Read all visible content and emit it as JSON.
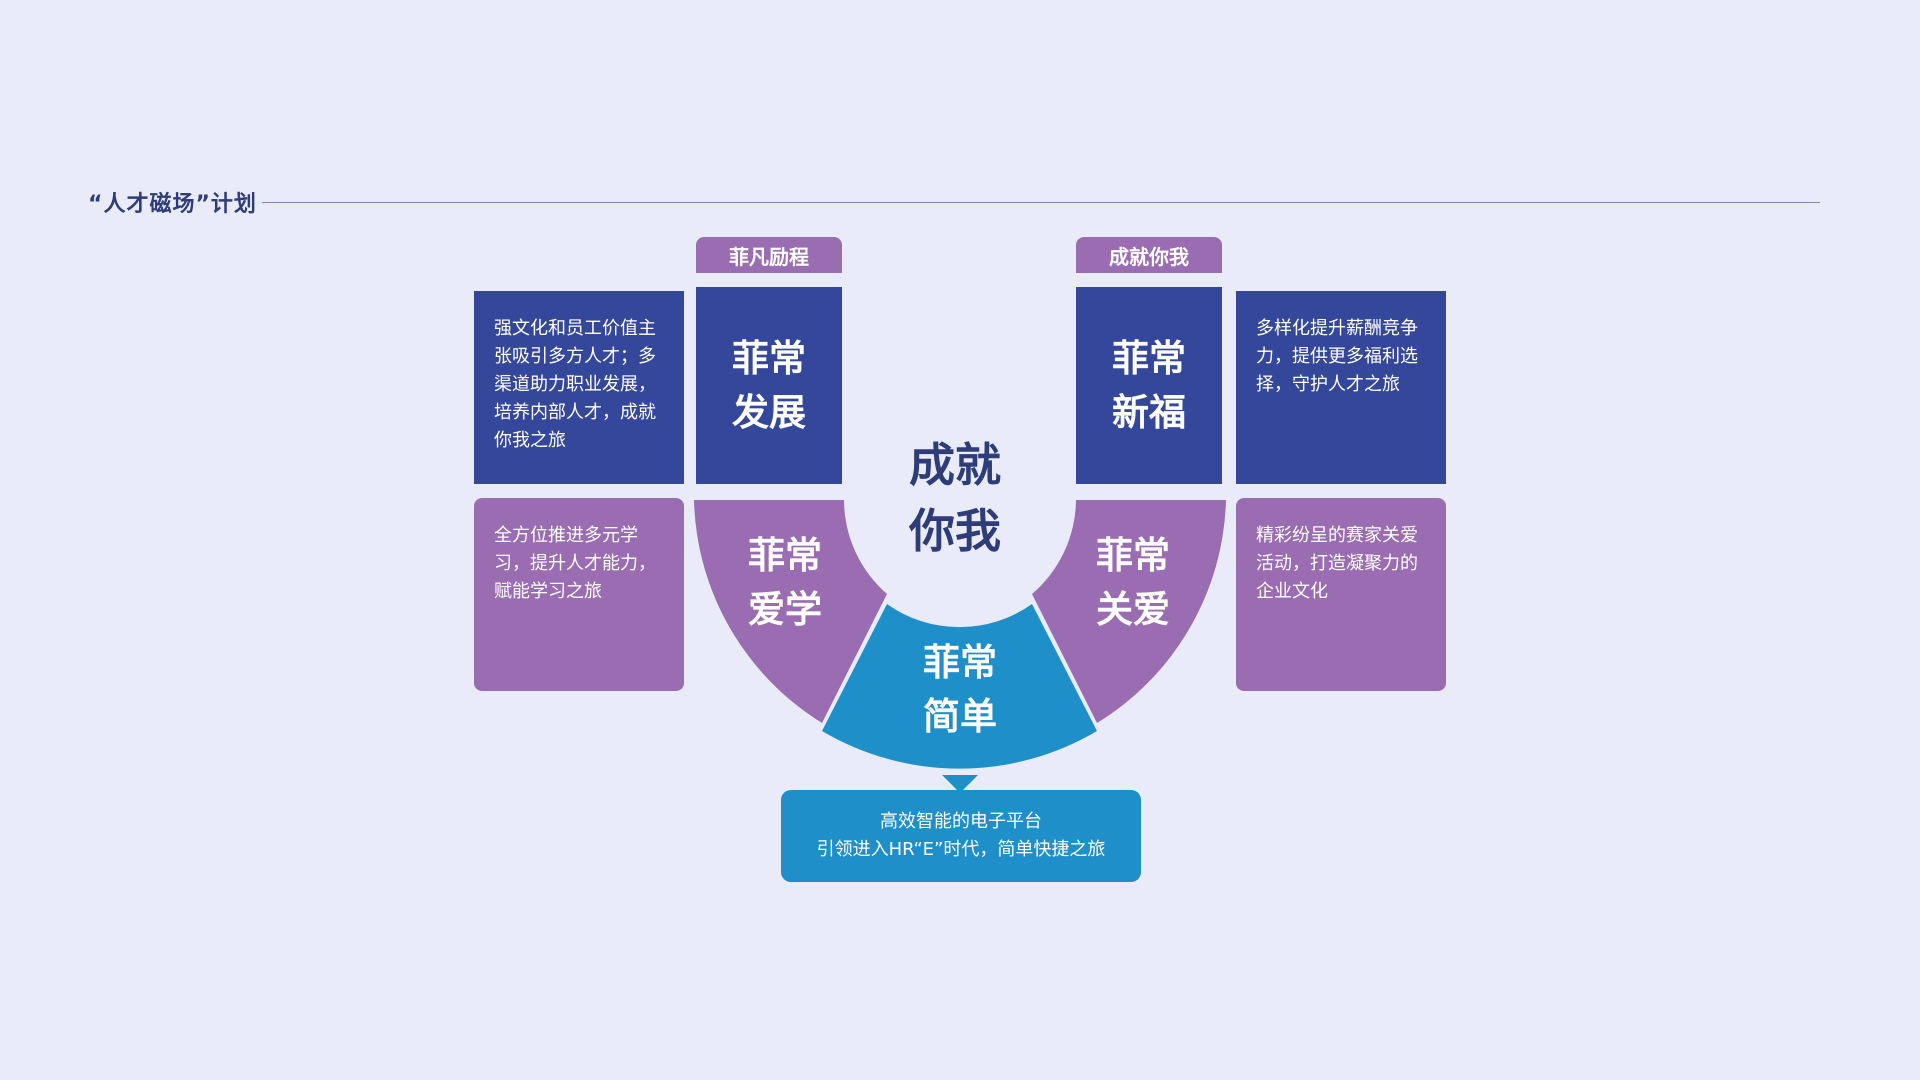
{
  "section": {
    "title": "“人才磁场”计划"
  },
  "colors": {
    "background": "#e9ecf8",
    "navy": "#34479a",
    "purple": "#9a6cb2",
    "blue": "#1e8fc9",
    "title_text": "#2e3d78"
  },
  "top_left": {
    "tag": "菲凡励程",
    "tile_line1": "菲常",
    "tile_line2": "发展",
    "box_text": "强文化和员工价值主张吸引多方人才；多渠道助力职业发展，培养内部人才，成就你我之旅"
  },
  "top_right": {
    "tag": "成就你我",
    "tile_line1": "菲常",
    "tile_line2": "新福",
    "box_text": "多样化提升薪酬竞争力，提供更多福利选择，守护人才之旅"
  },
  "arc_left": {
    "line1": "菲常",
    "line2": "爱学",
    "box_text": "全方位推进多元学习，提升人才能力，赋能学习之旅"
  },
  "arc_right": {
    "line1": "菲常",
    "line2": "关爱",
    "box_text": "精彩纷呈的赛家关爱活动，打造凝聚力的企业文化"
  },
  "arc_bottom": {
    "line1": "菲常",
    "line2": "简单",
    "box_line1": "高效智能的电子平台",
    "box_line2": "引领进入HR“E”时代，简单快捷之旅"
  },
  "center": {
    "line1": "成就",
    "line2": "你我"
  },
  "icons": {
    "pointer_left": "triangle-left-icon",
    "pointer_right": "triangle-right-icon",
    "pointer_down": "triangle-down-icon"
  }
}
